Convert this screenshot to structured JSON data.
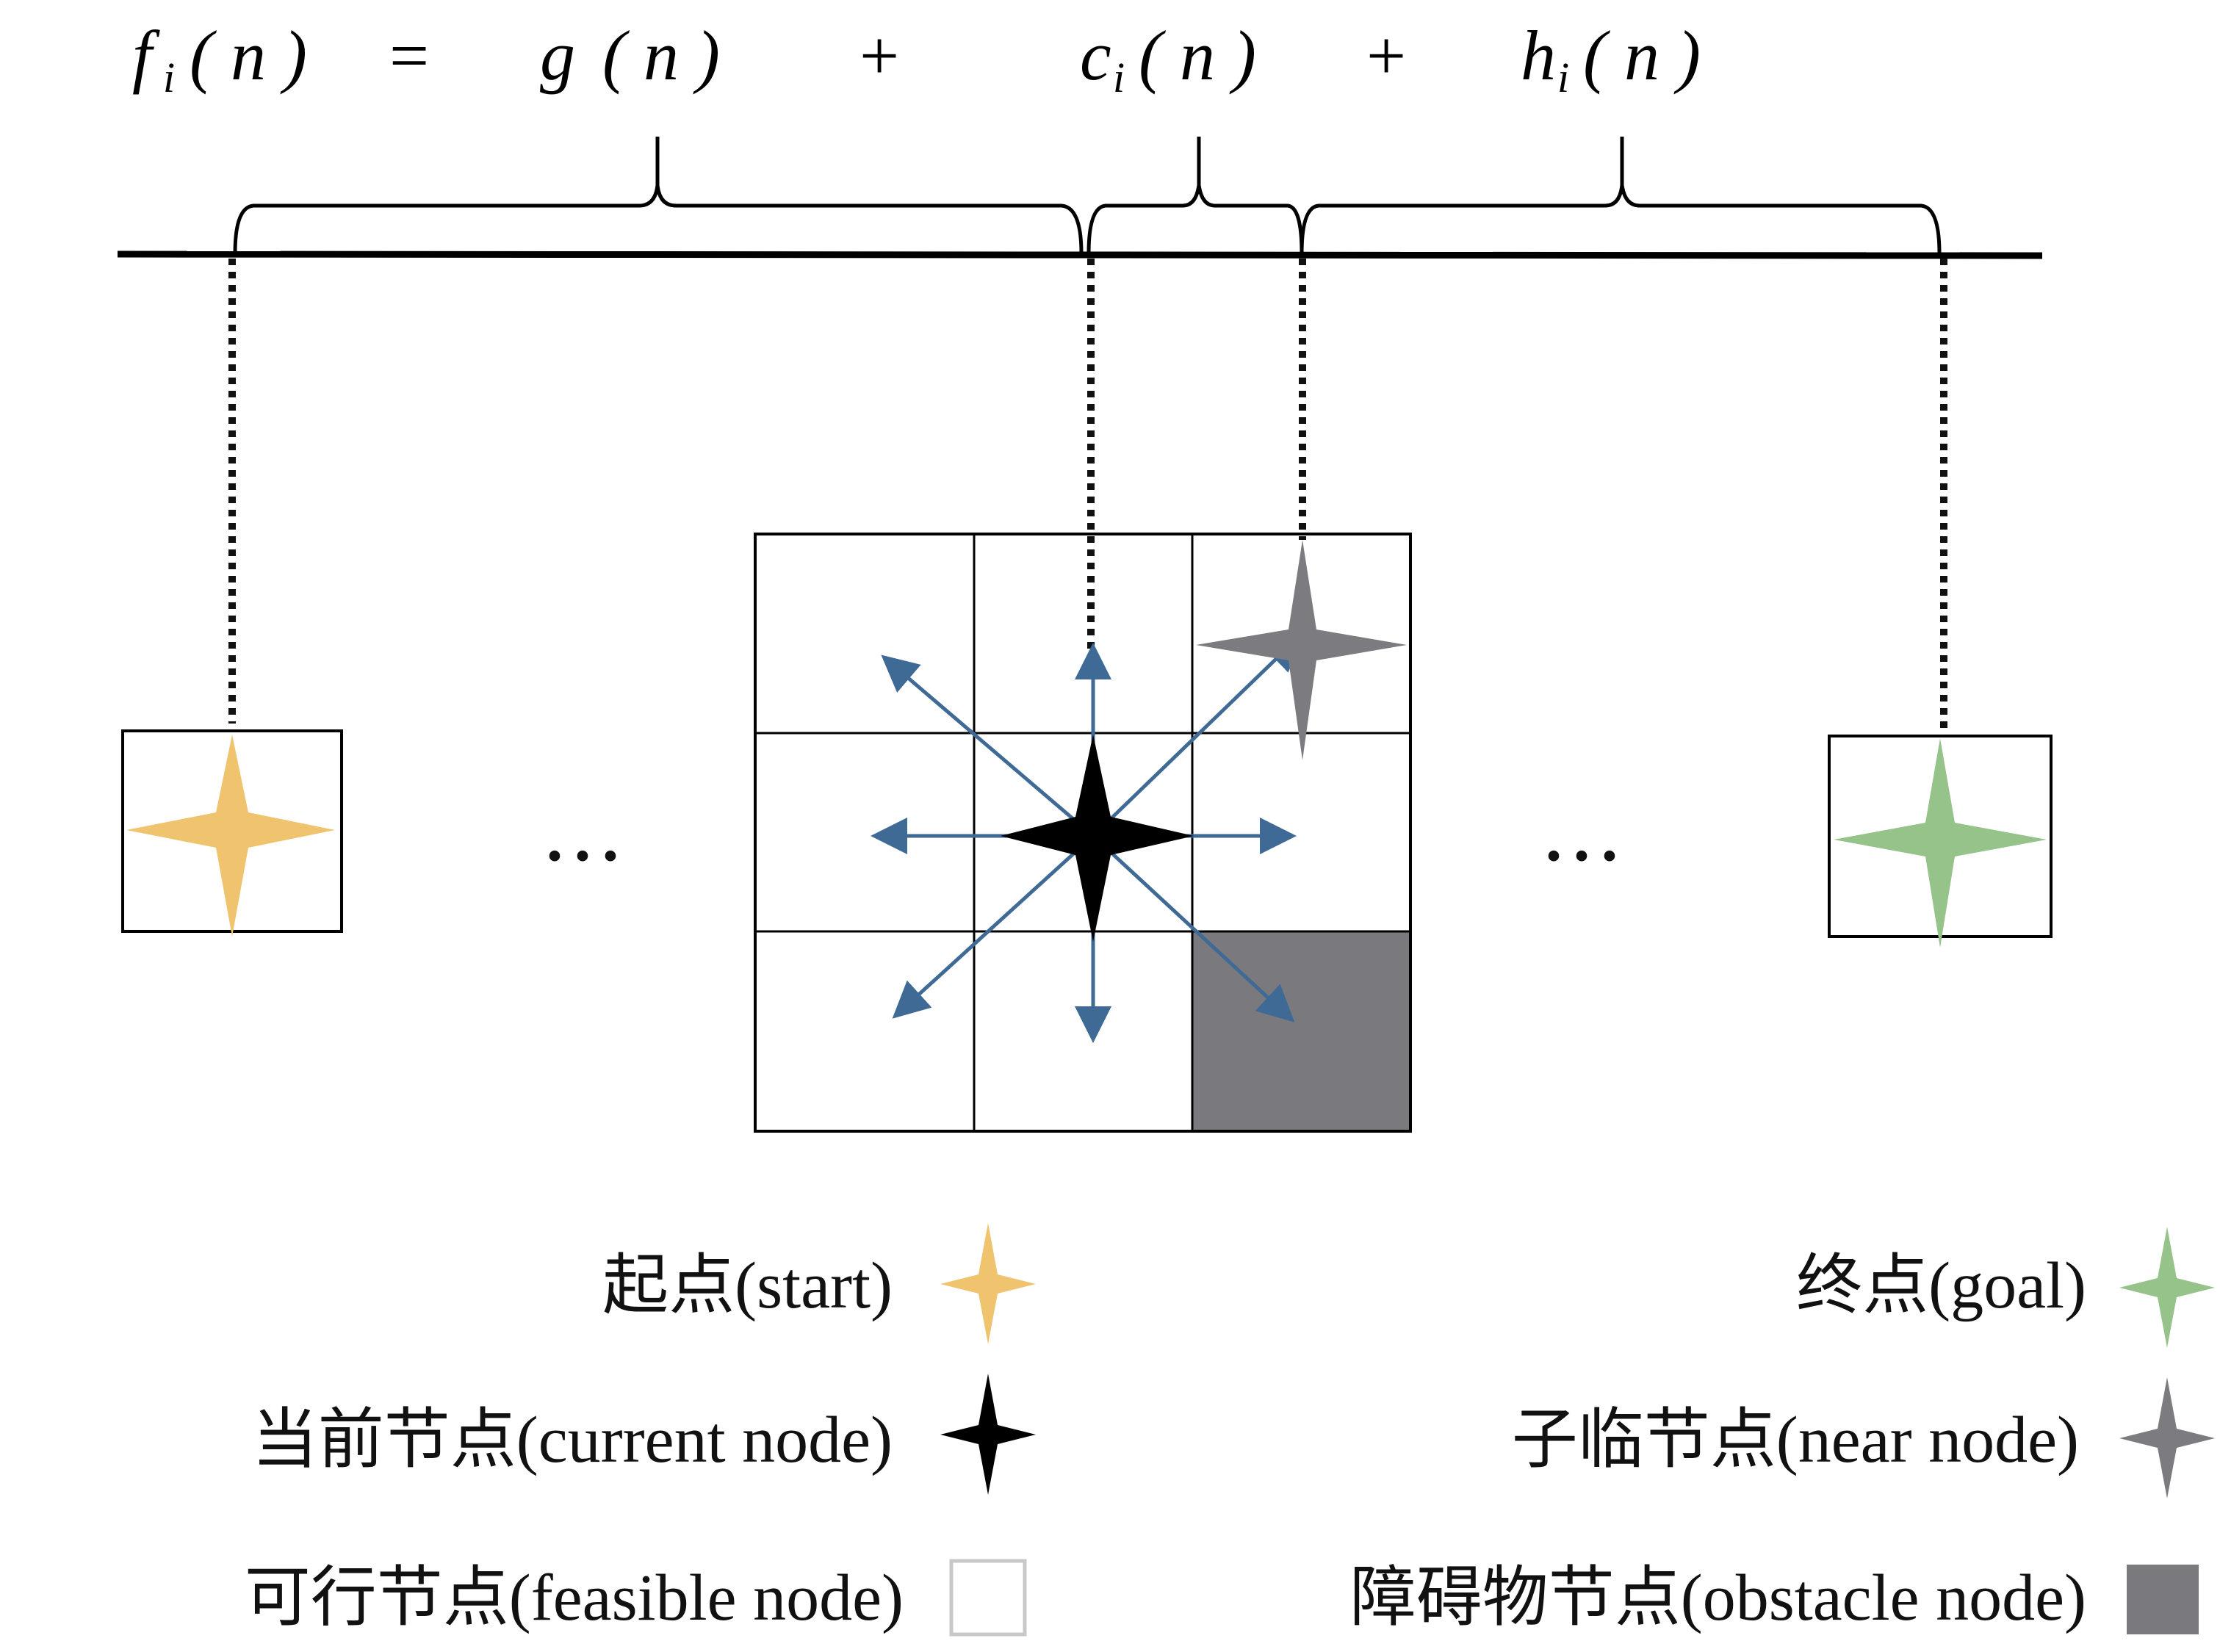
{
  "formula": {
    "f": "f",
    "f_sub": "i",
    "f_arg": "( n )",
    "eq": "=",
    "g": "g",
    "g_arg": "( n )",
    "plus1": "+",
    "c": "c",
    "c_sub": "i",
    "c_arg": "( n )",
    "plus2": "+",
    "h": "h",
    "h_sub": "i",
    "h_arg": "( n )"
  },
  "ellipsis": "···",
  "legend": {
    "start": "起点(start)",
    "goal": "终点(goal)",
    "current": "当前节点(current node)",
    "near": "子临节点(near node)",
    "feasible": "可行节点(feasible node)",
    "obstacle": "障碍物节点(obstacle node)"
  },
  "colors": {
    "start": "#F0C46E",
    "goal": "#96C38A",
    "current": "#000000",
    "near": "#7B7B80",
    "obstacle": "#7A7A7E",
    "arrow": "#3F6A96"
  }
}
